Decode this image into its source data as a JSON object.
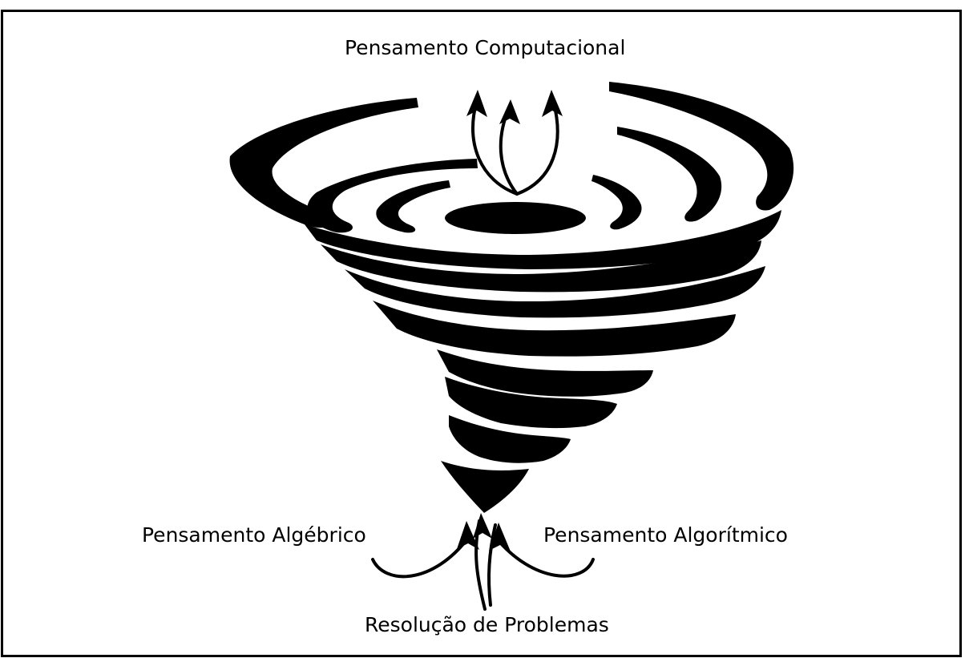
{
  "labels": {
    "top": "Pensamento Computacional",
    "left": "Pensamento Algébrico",
    "right": "Pensamento Algorítmico",
    "bottom": "Resolução de Problemas"
  },
  "colors": {
    "ink": "#000000",
    "background": "#ffffff"
  }
}
